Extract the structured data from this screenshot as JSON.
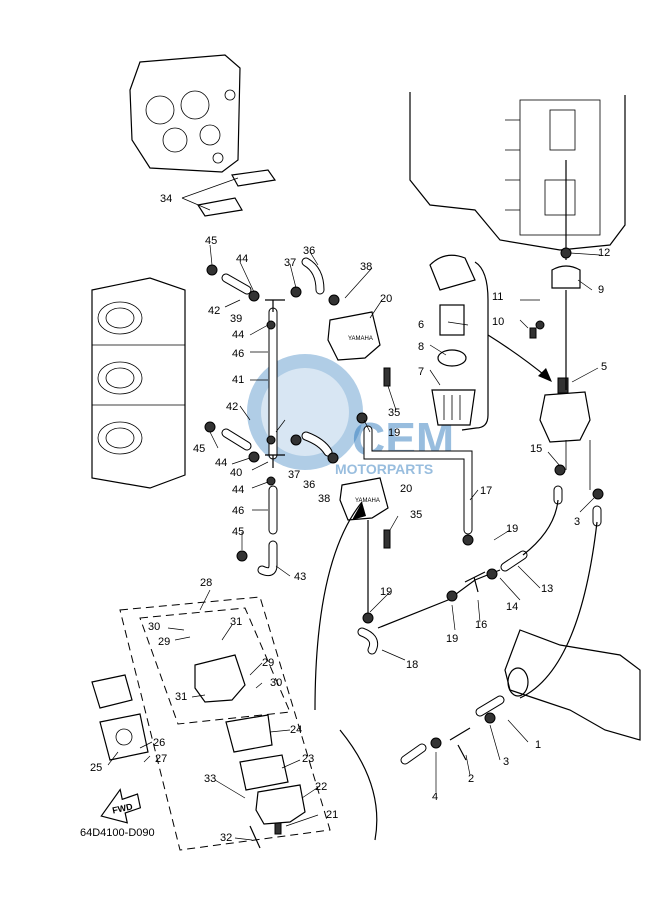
{
  "diagram_code": "64D4100-D090",
  "fwd_label": "FWD",
  "pump_brand": "YAMAHA",
  "watermark": {
    "brand": "CEM",
    "sub": "MOTORPARTS"
  },
  "callouts": [
    "1",
    "2",
    "3",
    "3",
    "4",
    "5",
    "6",
    "7",
    "8",
    "9",
    "10",
    "11",
    "12",
    "13",
    "14",
    "15",
    "16",
    "17",
    "18",
    "19",
    "19",
    "19",
    "19",
    "20",
    "20",
    "21",
    "22",
    "23",
    "24",
    "25",
    "26",
    "27",
    "28",
    "29",
    "29",
    "30",
    "30",
    "31",
    "31",
    "32",
    "33",
    "34",
    "35",
    "35",
    "36",
    "36",
    "37",
    "37",
    "38",
    "38",
    "39",
    "40",
    "41",
    "42",
    "42",
    "43",
    "44",
    "44",
    "44",
    "44",
    "45",
    "45",
    "45",
    "46",
    "46"
  ]
}
